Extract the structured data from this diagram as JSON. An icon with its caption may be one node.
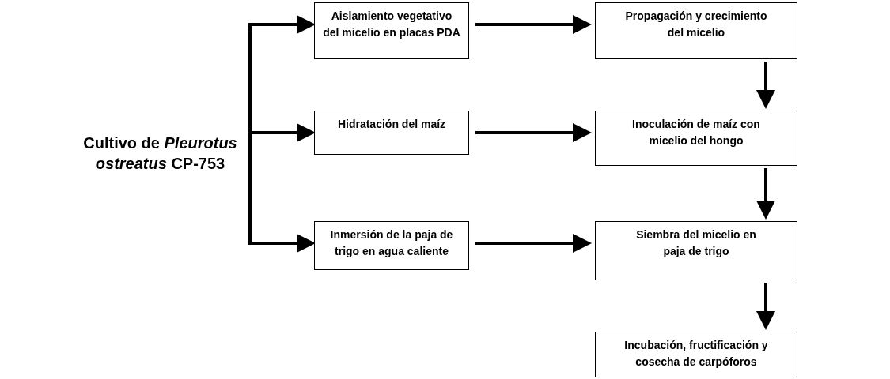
{
  "diagram": {
    "nodes": [
      {
        "text": [
          "Cultivo de *Pleurotus ostreatus* CP-753"
        ]
      },
      {
        "text": [
          "Aislamiento vegetativo del micelio en placas PDA"
        ]
      },
      {
        "text": [
          "Propagación y crecimiento del micelio"
        ]
      },
      {
        "text": [
          "Hidratación del maíz"
        ]
      },
      {
        "text": [
          "Inoculación de maíz con micelio del hongo"
        ]
      },
      {
        "text": [
          "Inmersión de la paja de trigo en agua caliente"
        ]
      },
      {
        "text": [
          "Siembra del micelio en paja de trigo"
        ]
      },
      {
        "text": [
          "Incubación, fructificación y cosecha de carpóforos"
        ]
      }
    ],
    "edges": [
      {
        "from": 0,
        "to": 1,
        "arrow": "to"
      },
      {
        "from": 0,
        "to": 3,
        "arrow": "to"
      },
      {
        "from": 0,
        "to": 5,
        "arrow": "to"
      },
      {
        "from": 1,
        "to": 2,
        "arrow": "to"
      },
      {
        "from": 2,
        "to": 4,
        "arrow": "to"
      },
      {
        "from": 3,
        "to": 4,
        "arrow": "to"
      },
      {
        "from": 4,
        "to": 6,
        "arrow": "to"
      },
      {
        "from": 5,
        "to": 6,
        "arrow": "to"
      },
      {
        "from": 6,
        "to": 7,
        "arrow": "to"
      }
    ]
  }
}
